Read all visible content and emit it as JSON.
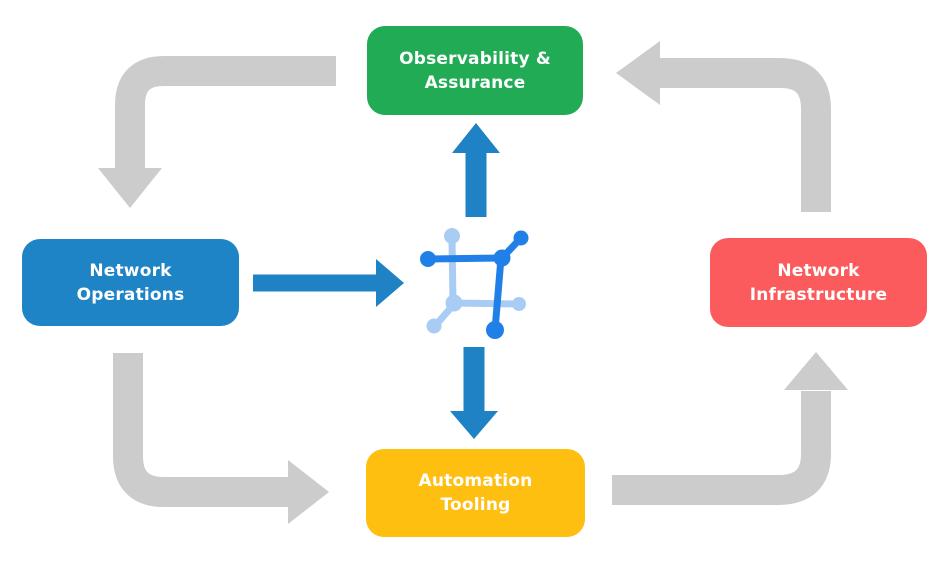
{
  "diagram": {
    "nodes": {
      "observability": {
        "line1": "Observability &",
        "line2": "Assurance",
        "color": "#22AB55"
      },
      "operations": {
        "line1": "Network",
        "line2": "Operations",
        "color": "#1E84C5"
      },
      "infrastructure": {
        "line1": "Network",
        "line2": "Infrastructure",
        "color": "#FC5B5E"
      },
      "automation": {
        "line1": "Automation",
        "line2": "Tooling",
        "color": "#FEBF10"
      }
    },
    "flows": [
      {
        "from": "Observability & Assurance",
        "to": "Network Operations",
        "style": "gray-curved"
      },
      {
        "from": "Network Operations",
        "to": "Automation Tooling",
        "style": "gray-curved"
      },
      {
        "from": "Automation Tooling",
        "to": "Network Infrastructure",
        "style": "gray-curved"
      },
      {
        "from": "Network Infrastructure",
        "to": "Observability & Assurance",
        "style": "gray-curved"
      },
      {
        "from": "Network Operations",
        "to": "center-icon",
        "style": "blue-straight"
      },
      {
        "from": "center-icon",
        "to": "Observability & Assurance",
        "style": "blue-straight"
      },
      {
        "from": "center-icon",
        "to": "Automation Tooling",
        "style": "blue-straight"
      }
    ],
    "center_icon": "network-mesh-icon",
    "colors": {
      "background": "#FFFFFF",
      "arrow_gray": "#CCCCCC",
      "arrow_blue": "#1E82C4",
      "icon_dark_blue": "#2080E8",
      "icon_light_blue": "#A9CCF4",
      "node_text": "#FFFFFF"
    }
  }
}
